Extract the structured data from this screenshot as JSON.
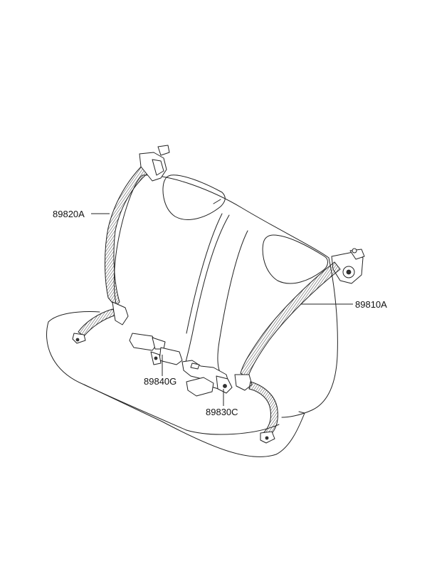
{
  "parts": [
    {
      "id": "rear-seat-belt-left",
      "label": "89820A"
    },
    {
      "id": "rear-seat-belt-right",
      "label": "89810A"
    },
    {
      "id": "buckle-assembly-left",
      "label": "89840G"
    },
    {
      "id": "buckle-assembly-center",
      "label": "89830C"
    }
  ]
}
